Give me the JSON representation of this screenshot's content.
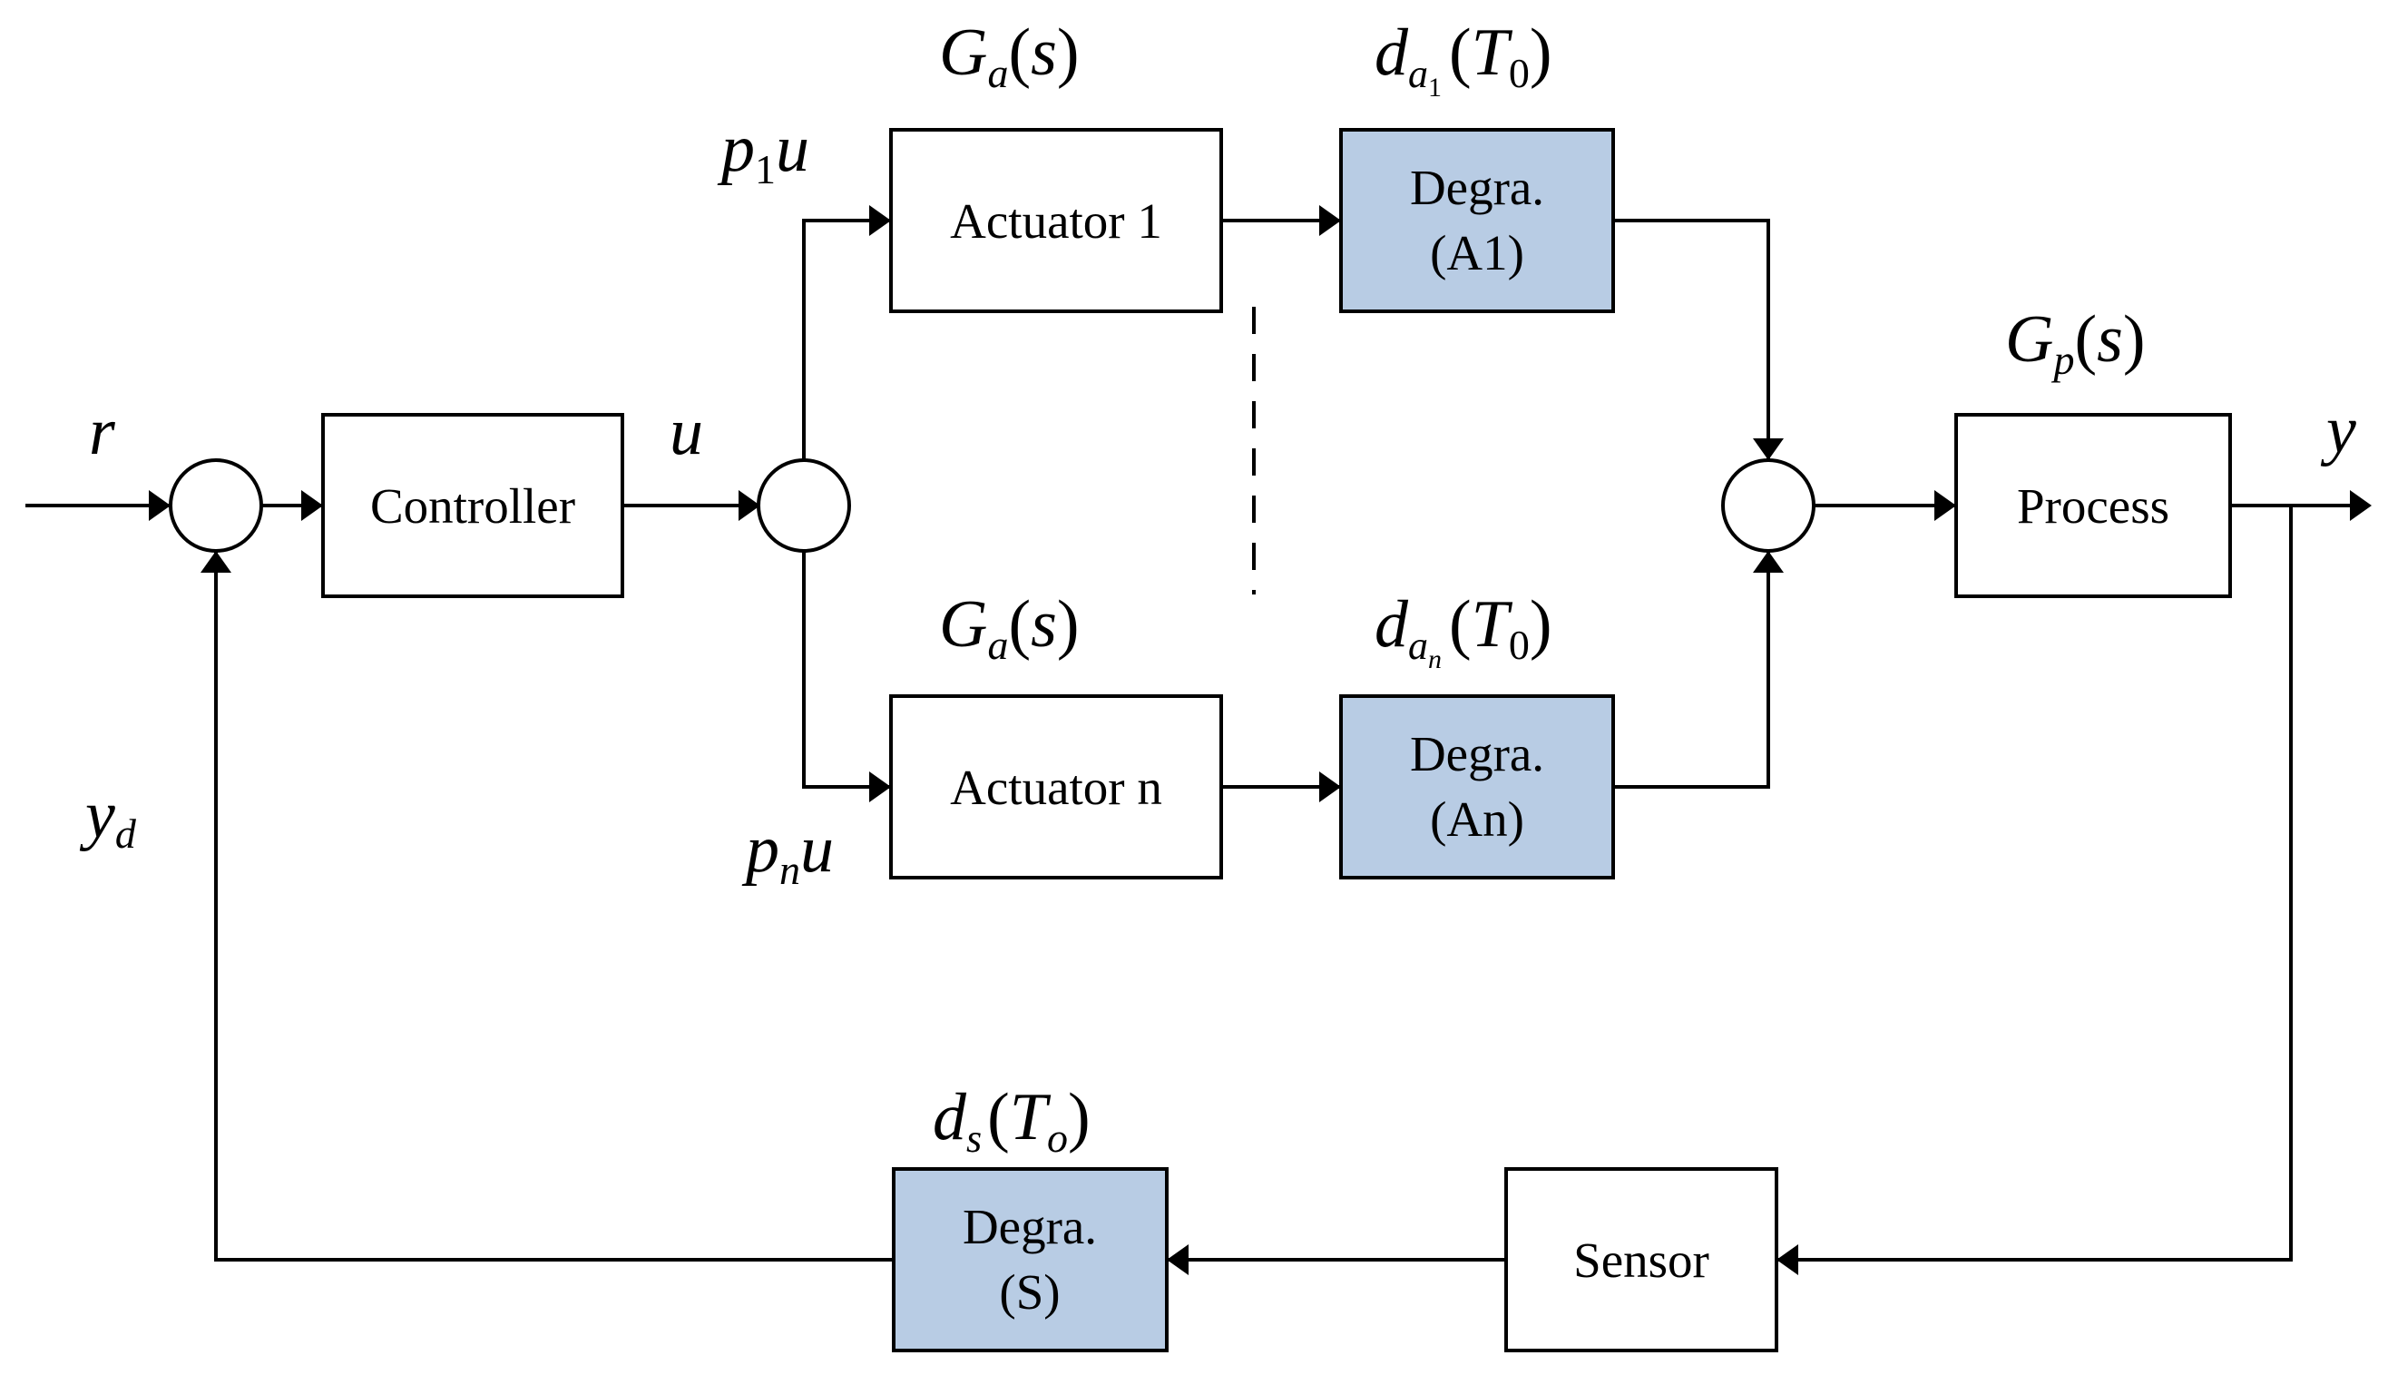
{
  "diagram": {
    "input_label": "r",
    "feedback_label": "y",
    "feedback_label_sub": "d",
    "output_label": "y",
    "control_signal_label": "u",
    "branch1_label": {
      "base": "p",
      "sub": "1",
      "tail": "u"
    },
    "branchn_label": {
      "base": "p",
      "sub": "n",
      "tail": "u"
    },
    "blocks": {
      "controller": "Controller",
      "actuator1": "Actuator 1",
      "actuatorn": "Actuator n",
      "degra_a1": {
        "line1": "Degra.",
        "line2": "(A1)"
      },
      "degra_an": {
        "line1": "Degra.",
        "line2": "(An)"
      },
      "process": "Process",
      "sensor": "Sensor",
      "degra_s": {
        "line1": "Degra.",
        "line2": "(S)"
      }
    },
    "transfer_labels": {
      "actuator1": {
        "base": "G",
        "sub": "a",
        "arg": "s"
      },
      "actuatorn": {
        "base": "G",
        "sub": "a",
        "arg": "s"
      },
      "process": {
        "base": "G",
        "sub": "p",
        "arg": "s"
      },
      "degra_a1": {
        "base": "d",
        "sub": "a",
        "subsub": "1",
        "arg": "T",
        "argsub": "0"
      },
      "degra_an": {
        "base": "d",
        "sub": "a",
        "subsub": "n",
        "arg": "T",
        "argsub": "0"
      },
      "degra_s": {
        "base": "d",
        "sub": "s",
        "arg": "T",
        "argsub": "o"
      }
    },
    "colors": {
      "degradation_fill": "#b8cce4",
      "line": "#000000"
    }
  }
}
